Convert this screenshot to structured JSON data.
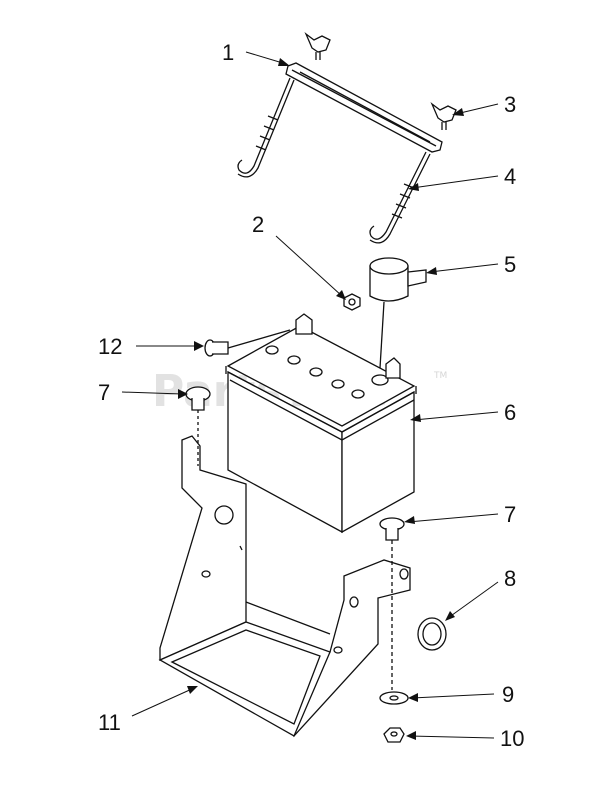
{
  "watermark": {
    "text": "PartsTree",
    "tm": "TM"
  },
  "callouts": [
    {
      "id": "1",
      "label": "1"
    },
    {
      "id": "2",
      "label": "2"
    },
    {
      "id": "3",
      "label": "3"
    },
    {
      "id": "4",
      "label": "4"
    },
    {
      "id": "5",
      "label": "5"
    },
    {
      "id": "6",
      "label": "6"
    },
    {
      "id": "7a",
      "label": "7"
    },
    {
      "id": "7b",
      "label": "7"
    },
    {
      "id": "8",
      "label": "8"
    },
    {
      "id": "9",
      "label": "9"
    },
    {
      "id": "10",
      "label": "10"
    },
    {
      "id": "11",
      "label": "11"
    },
    {
      "id": "12",
      "label": "12"
    }
  ]
}
